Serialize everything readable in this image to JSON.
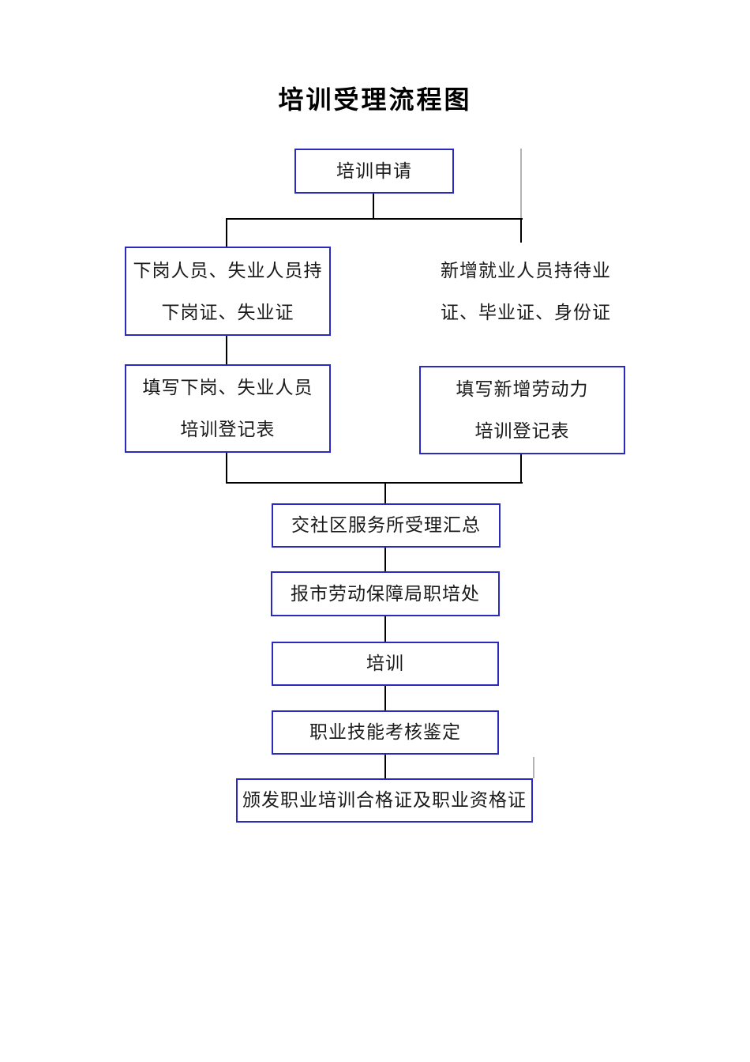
{
  "page": {
    "title": "培训受理流程图",
    "background_color": "#ffffff"
  },
  "colors": {
    "box_border": "#2a2ac0",
    "connector": "#000000",
    "stray_line": "#b3b3b3",
    "text": "#1a1a1a",
    "title": "#000000"
  },
  "flowchart": {
    "nodes": {
      "apply": {
        "line1": "培训申请"
      },
      "laidoff_holders": {
        "line1": "下岗人员、失业人员持",
        "line2": "下岗证、失业证"
      },
      "new_employment_holders": {
        "line1": "新增就业人员持待业",
        "line2": "证、毕业证、身份证"
      },
      "laidoff_form": {
        "line1": "填写下岗、失业人员",
        "line2": "培训登记表"
      },
      "new_labor_form": {
        "line1": "填写新增劳动力",
        "line2": "培训登记表"
      },
      "community_office": {
        "line1": "交社区服务所受理汇总"
      },
      "labor_bureau": {
        "line1": "报市劳动保障局职培处"
      },
      "training": {
        "line1": "培训"
      },
      "skill_assessment": {
        "line1": "职业技能考核鉴定"
      },
      "certificates": {
        "line1": "颁发职业培训合格证及职业资格证"
      }
    },
    "edges": [
      "apply -> laidoff_holders",
      "apply -> new_employment_holders",
      "laidoff_holders -> laidoff_form",
      "new_employment_holders -> new_labor_form",
      "laidoff_form -> community_office",
      "new_labor_form -> community_office",
      "community_office -> labor_bureau",
      "labor_bureau -> training",
      "training -> skill_assessment",
      "skill_assessment -> certificates"
    ]
  }
}
